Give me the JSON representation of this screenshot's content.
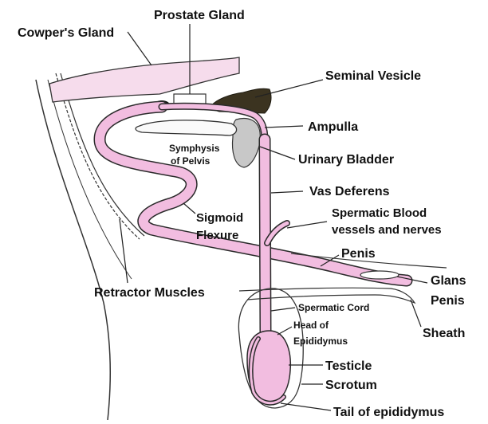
{
  "colors": {
    "tract_fill": "#f2bde0",
    "tract_stroke": "#2a2a2a",
    "outline": "#333333",
    "vesicle": "#3b3320",
    "bladder": "#c8c8c8",
    "pelvis": "#fafafa",
    "leader": "#222222"
  },
  "labels": {
    "cowpers_gland": "Cowper's Gland",
    "prostate_gland": "Prostate Gland",
    "seminal_vesicle": "Seminal Vesicle",
    "ampulla": "Ampulla",
    "urinary_bladder": "Urinary Bladder",
    "vas_deferens": "Vas Deferens",
    "spermatic_vessels_line1": "Spermatic Blood",
    "spermatic_vessels_line2": "vessels and nerves",
    "penis": "Penis",
    "glans_line1": "Glans",
    "glans_line2": "Penis",
    "sheath": "Sheath",
    "symphysis_line1": "Symphysis",
    "symphysis_line2": "of Pelvis",
    "sigmoid_line1": "Sigmoid",
    "sigmoid_line2": "Flexure",
    "retractor_muscles": "Retractor Muscles",
    "spermatic_cord": "Spermatic Cord",
    "head_epididymis_line1": "Head of",
    "head_epididymis_line2": "Epididymus",
    "testicle": "Testicle",
    "scrotum": "Scrotum",
    "tail_epididymus": "Tail of epididymus"
  }
}
